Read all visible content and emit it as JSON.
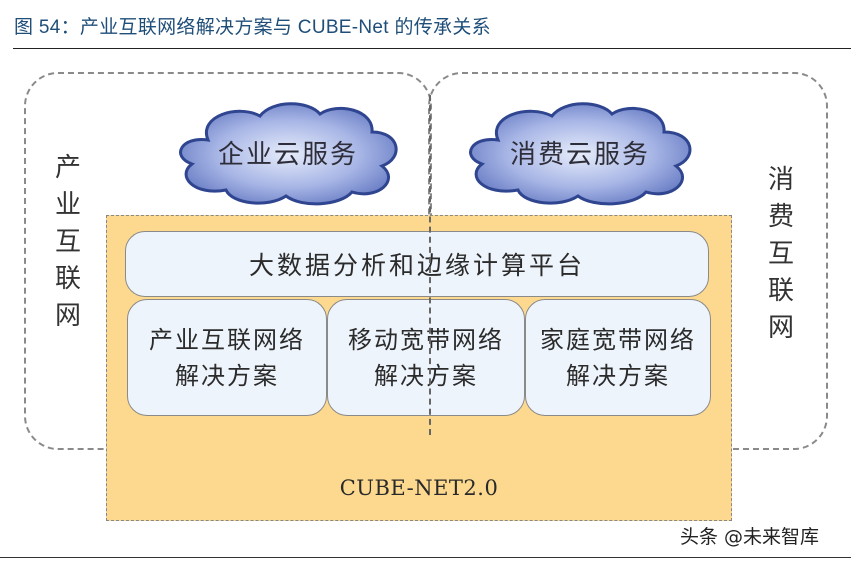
{
  "figure": {
    "title": "图 54：产业互联网络解决方案与 CUBE-Net 的传承关系"
  },
  "regions": {
    "left_label": "产业互联网",
    "right_label": "消费互联网"
  },
  "clouds": [
    {
      "label": "企业云服务"
    },
    {
      "label": "消费云服务"
    }
  ],
  "platform": {
    "label": "大数据分析和边缘计算平台"
  },
  "solutions": [
    {
      "label": "产业互联网络解决方案"
    },
    {
      "label": "移动宽带网络解决方案"
    },
    {
      "label": "家庭宽带网络解决方案"
    }
  ],
  "base": {
    "label": "CUBE-NET2.0"
  },
  "source_watermark": "头条 @未来智库",
  "colors": {
    "title": "#1f4e79",
    "cloud_fill": "#7b8fd0",
    "cloud_edge": "#3a4f96",
    "orange_fill": "#fcd98e",
    "box_fill": "#eef4fb"
  }
}
